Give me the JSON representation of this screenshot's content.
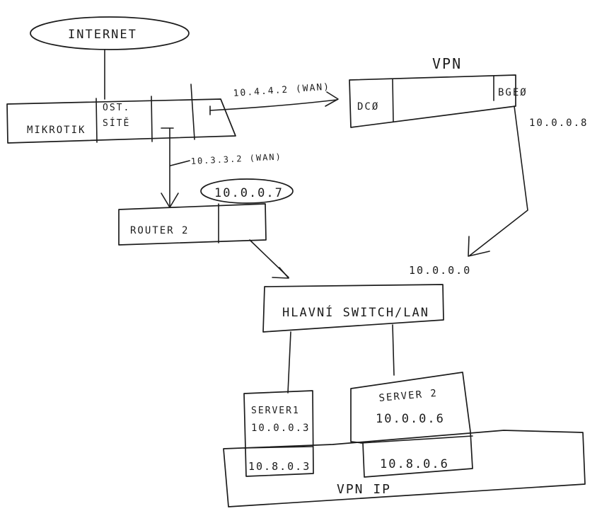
{
  "internet": {
    "label": "INTERNET"
  },
  "mikrotik": {
    "label": "MIKROTIK",
    "ost_line1": "OST.",
    "ost_line2": "SÍTĚ"
  },
  "vpn": {
    "title": "VPN",
    "dc0": "DCØ",
    "bge0": "BGEØ"
  },
  "links": {
    "wan_vpn": "10.4.4.2 (WAN)",
    "wan_router": "10.3.3.2 (WAN)",
    "bge_ip": "10.0.0.8",
    "router_ip": "10.0.0.7",
    "switch_net": "10.0.0.0"
  },
  "router2": {
    "label": "ROUTER 2"
  },
  "switch": {
    "label": "HLAVNÍ SWITCH/LAN"
  },
  "server1": {
    "name": "SERVER1",
    "ip": "10.0.0.3",
    "vpn_ip": "10.8.0.3"
  },
  "server2": {
    "name": "SERVER 2",
    "ip": "10.0.0.6",
    "vpn_ip": "10.8.0.6"
  },
  "vpn_ip_area": {
    "label": "VPN   IP"
  }
}
